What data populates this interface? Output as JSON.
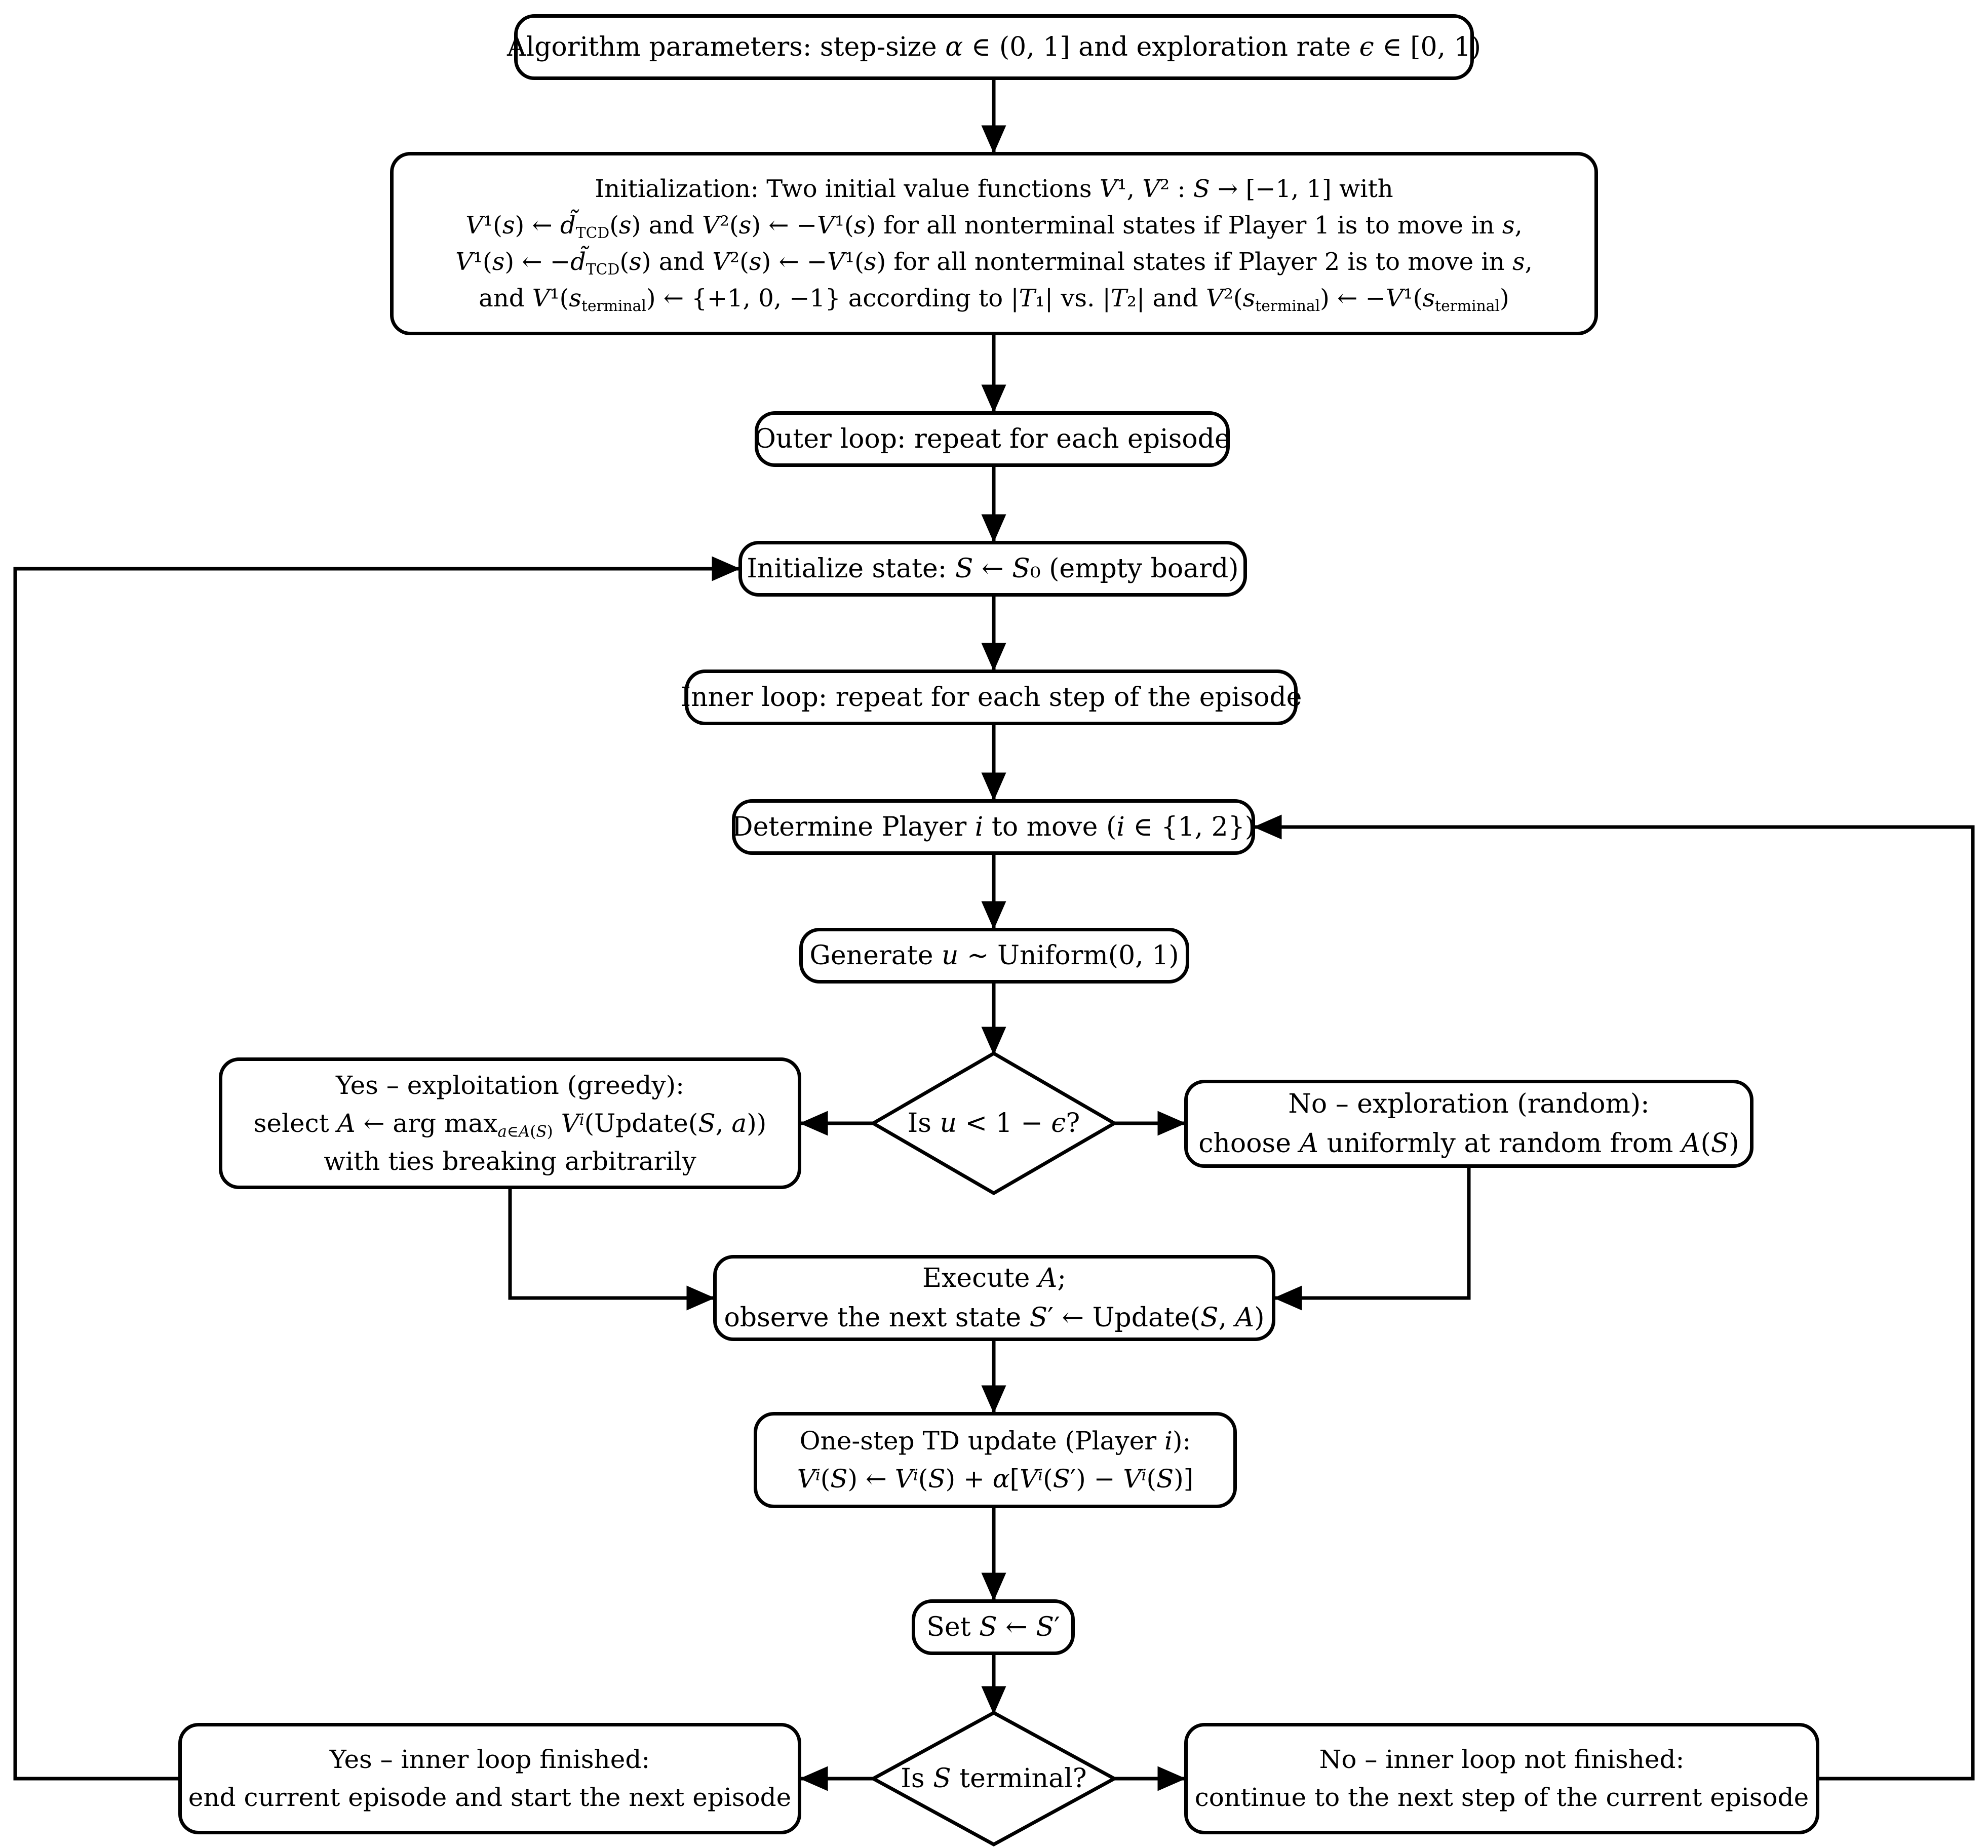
{
  "diagram": {
    "background_color": "#ffffff",
    "line_color": "#000000",
    "nodes": {
      "params": {
        "shape": "rounded-rect",
        "lines": [
          "Algorithm parameters: step-size <i>α</i> ∈ (0, 1] and exploration rate <i>ϵ</i> ∈ [0, 1)"
        ]
      },
      "init": {
        "shape": "rounded-rect",
        "lines": [
          "Initialization: Two initial value functions <i>V</i>¹, <i>V</i>² : <i>S</i> → [−1, 1] with",
          "<i>V</i>¹(<i>s</i>) ← <i>d̃</i><sub>TCD</sub>(<i>s</i>) and <i>V</i>²(<i>s</i>) ← −<i>V</i>¹(<i>s</i>) for all nonterminal states if Player 1 is to move in <i>s</i>,",
          "<i>V</i>¹(<i>s</i>) ← −<i>d̃</i><sub>TCD</sub>(<i>s</i>) and <i>V</i>²(<i>s</i>) ← −<i>V</i>¹(<i>s</i>) for all nonterminal states if Player 2 is to move in <i>s</i>,",
          "and <i>V</i>¹(<i>s</i><sub>terminal</sub>) ← {+1, 0, −1} according to |<i>T</i>₁| vs. |<i>T</i>₂| and <i>V</i>²(<i>s</i><sub>terminal</sub>) ← −<i>V</i>¹(<i>s</i><sub>terminal</sub>)"
        ]
      },
      "outer_loop": {
        "shape": "rounded-rect",
        "lines": [
          "Outer loop: repeat for each episode"
        ]
      },
      "init_state": {
        "shape": "rounded-rect",
        "lines": [
          "Initialize state: <i>S</i> ← <i>S</i>₀ (empty board)"
        ]
      },
      "inner_loop": {
        "shape": "rounded-rect",
        "lines": [
          "Inner loop: repeat for each step of the episode"
        ]
      },
      "determine_player": {
        "shape": "rounded-rect",
        "lines": [
          "Determine Player <i>i</i> to move (<i>i</i> ∈ {1, 2})"
        ]
      },
      "generate_u": {
        "shape": "rounded-rect",
        "lines": [
          "Generate <i>u</i> ∼ Uniform(0, 1)"
        ]
      },
      "epsilon_check": {
        "shape": "diamond",
        "lines": [
          "Is <i>u</i> &lt; 1 − <i>ϵ</i>?"
        ]
      },
      "exploit": {
        "shape": "rounded-rect",
        "lines": [
          "Yes – exploitation (greedy):",
          "select <i>A</i> ← arg max<sub><i>a</i>∈<i>A</i>(<i>S</i>)</sub> <i>V</i><sup><i>i</i></sup>(Update(<i>S</i>, <i>a</i>))",
          "with ties breaking arbitrarily"
        ]
      },
      "explore": {
        "shape": "rounded-rect",
        "lines": [
          "No – exploration (random):",
          "choose <i>A</i> uniformly at random from <i>A</i>(<i>S</i>)"
        ]
      },
      "execute": {
        "shape": "rounded-rect",
        "lines": [
          "Execute <i>A</i>;",
          "observe the next state <i>S</i>′ ← Update(<i>S</i>, <i>A</i>)"
        ]
      },
      "td_update": {
        "shape": "rounded-rect",
        "lines": [
          "One-step TD update (Player <i>i</i>):",
          "<i>V</i><sup><i>i</i></sup>(<i>S</i>) ← <i>V</i><sup><i>i</i></sup>(<i>S</i>) + <i>α</i>[<i>V</i><sup><i>i</i></sup>(<i>S</i>′) − <i>V</i><sup><i>i</i></sup>(<i>S</i>)]"
        ]
      },
      "set_state": {
        "shape": "rounded-rect",
        "lines": [
          "Set <i>S</i> ← <i>S</i>′"
        ]
      },
      "terminal_check": {
        "shape": "diamond",
        "lines": [
          "Is <i>S</i> terminal?"
        ]
      },
      "episode_done": {
        "shape": "rounded-rect",
        "lines": [
          "Yes – inner loop finished:",
          "end current episode and start the next episode"
        ]
      },
      "episode_continue": {
        "shape": "rounded-rect",
        "lines": [
          "No – inner loop not finished:",
          "continue to the next step of the current episode"
        ]
      }
    }
  }
}
